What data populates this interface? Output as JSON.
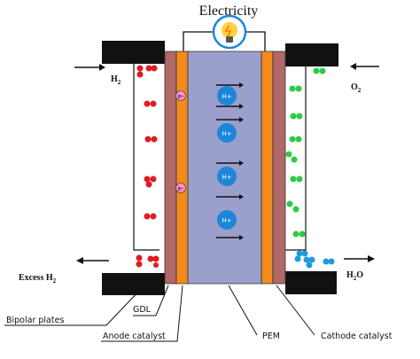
{
  "top_label": "Electricity",
  "inputs": {
    "anode_in": "H",
    "anode_in_sub": "2",
    "cathode_in": "O",
    "cathode_in_sub": "2",
    "anode_out": "Excess H",
    "anode_out_sub": "2",
    "cathode_out": "H",
    "cathode_out_sub": "2",
    "cathode_out_tail": "O"
  },
  "ion_label": "H+",
  "electron_label": "e-",
  "callouts": {
    "bipolar_plates": "Bipolar plates",
    "gdl": "GDL",
    "anode_catalyst": "Anode catalyst",
    "pem": "PEM",
    "cathode_catalyst": "Cathode catalyst"
  },
  "colors": {
    "plate": "#111111",
    "gdl": "#b06868",
    "catalyst": "#f28a1c",
    "pem": "#9a9fcc",
    "hydrogen": "#e01b24",
    "oxygen": "#2ecc40",
    "water": "#1e9be0",
    "proton": "#1e86d8",
    "electron": "#ff8fd0"
  },
  "icons": {
    "bulb": "lightbulb-icon"
  }
}
